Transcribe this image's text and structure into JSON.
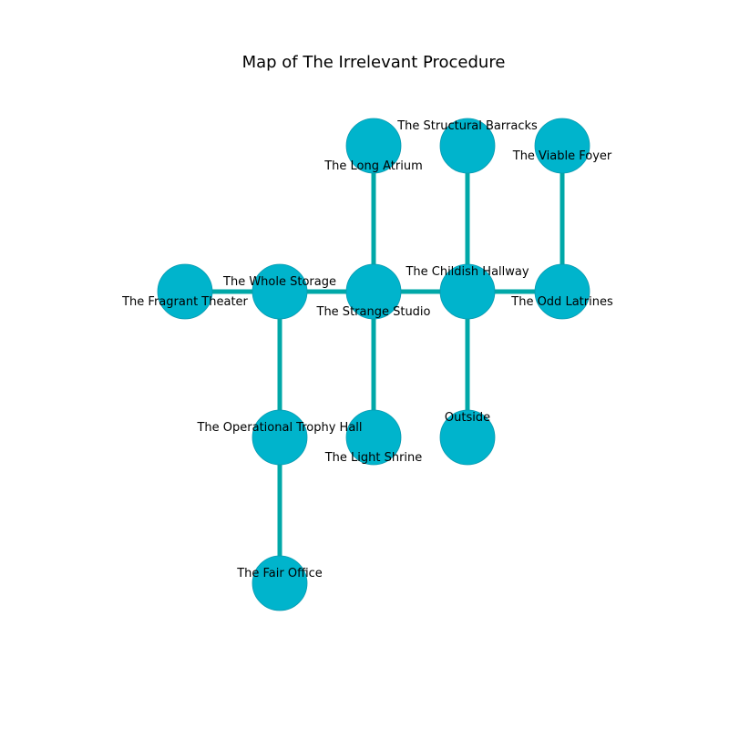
{
  "title": "Map of The Irrelevant Procedure",
  "colors": {
    "node_fill": "#00b4cc",
    "node_stroke": "#0a9ab0",
    "edge": "#00a8a8"
  },
  "nodes": [
    {
      "id": "long-atrium",
      "name": "The Long Atrium"
    },
    {
      "id": "structural-barracks",
      "name": "The Structural Barracks"
    },
    {
      "id": "viable-foyer",
      "name": "The Viable Foyer"
    },
    {
      "id": "fragrant-theater",
      "name": "The Fragrant Theater"
    },
    {
      "id": "whole-storage",
      "name": "The Whole Storage"
    },
    {
      "id": "strange-studio",
      "name": "The Strange Studio"
    },
    {
      "id": "childish-hallway",
      "name": "The Childish Hallway"
    },
    {
      "id": "odd-latrines",
      "name": "The Odd Latrines"
    },
    {
      "id": "operational-trophy-hall",
      "name": "The Operational Trophy Hall"
    },
    {
      "id": "light-shrine",
      "name": "The Light Shrine"
    },
    {
      "id": "outside",
      "name": "Outside"
    },
    {
      "id": "fair-office",
      "name": "The Fair Office"
    }
  ],
  "edges": [
    [
      "fragrant-theater",
      "whole-storage"
    ],
    [
      "whole-storage",
      "strange-studio"
    ],
    [
      "strange-studio",
      "childish-hallway"
    ],
    [
      "childish-hallway",
      "odd-latrines"
    ],
    [
      "long-atrium",
      "strange-studio"
    ],
    [
      "structural-barracks",
      "childish-hallway"
    ],
    [
      "viable-foyer",
      "odd-latrines"
    ],
    [
      "whole-storage",
      "operational-trophy-hall"
    ],
    [
      "strange-studio",
      "light-shrine"
    ],
    [
      "childish-hallway",
      "outside"
    ],
    [
      "operational-trophy-hall",
      "fair-office"
    ]
  ]
}
